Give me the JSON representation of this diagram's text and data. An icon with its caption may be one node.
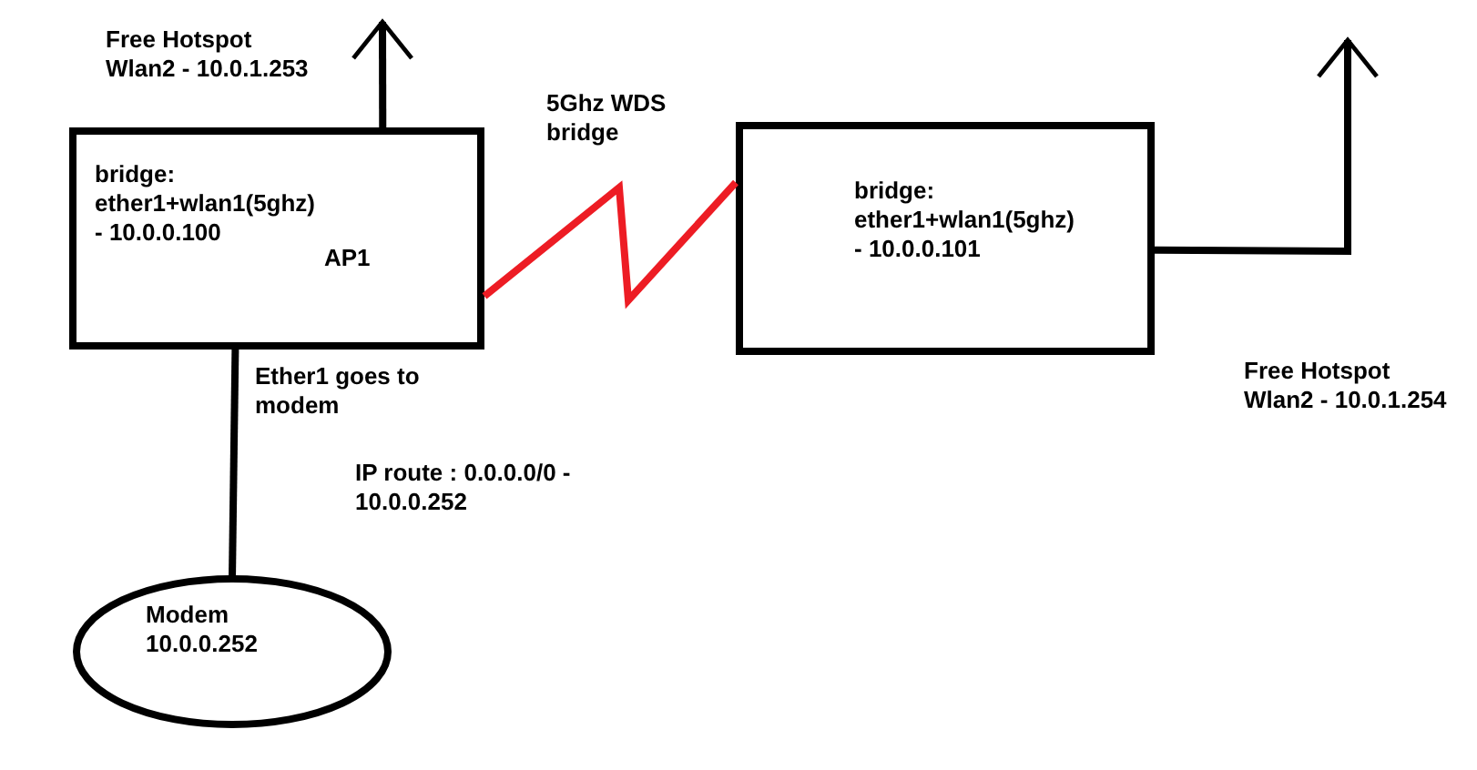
{
  "diagram": {
    "nodes": [
      {
        "text": [
          "bridge: ether1+wlan1(5ghz) - 10.0.0.100",
          "AP1"
        ],
        "beside": [
          "Free Hotspot Wlan2 - 10.0.1.253"
        ]
      },
      {
        "text": [
          "bridge: ether1+wlan1(5ghz) - 10.0.0.101"
        ],
        "beside": [
          "Free Hotspot Wlan2 - 10.0.1.254"
        ]
      },
      {
        "text": [
          "Modem 10.0.0.252"
        ]
      }
    ],
    "edges": [
      {
        "from": 0,
        "to": null,
        "arrow": "to"
      },
      {
        "from": 1,
        "to": null,
        "arrow": "to"
      },
      {
        "from": 0,
        "to": 1,
        "arrow": "none",
        "label": "5Ghz WDS bridge",
        "color": "#ed1c24"
      },
      {
        "from": 0,
        "to": 2,
        "arrow": "none",
        "label": "Ether1 goes to modem"
      }
    ],
    "labels": [
      "IP route : 0.0.0.0/0 - 10.0.0.252"
    ]
  }
}
